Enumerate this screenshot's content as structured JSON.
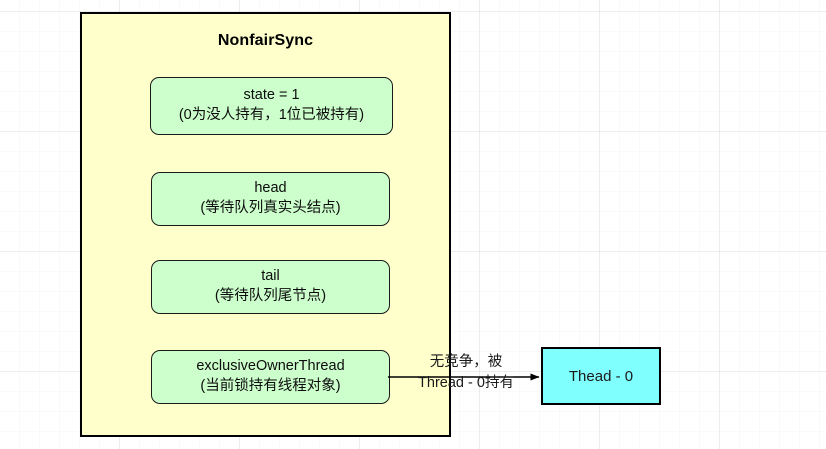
{
  "diagram": {
    "type": "class-structure",
    "class_box": {
      "title": "NonfairSync",
      "fill_color": "#ffffcc",
      "border_color": "#000000",
      "fields": [
        {
          "name": "state",
          "line1": "state = 1",
          "line2": "(0为没人持有，1位已被持有)"
        },
        {
          "name": "head",
          "line1": "head",
          "line2": "(等待队列真实头结点)"
        },
        {
          "name": "tail",
          "line1": "tail",
          "line2": "(等待队列尾节点)"
        },
        {
          "name": "exclusiveOwnerThread",
          "line1": "exclusiveOwnerThread",
          "line2": "(当前锁持有线程对象)"
        }
      ],
      "field_fill_color": "#ccffcc",
      "field_border_color": "#1a1a1a"
    },
    "edge": {
      "label_line1": "无竞争，被",
      "label_line2": "Thread - 0持有",
      "stroke_color": "#000000",
      "arrowhead": "filled-triangle"
    },
    "thread_box": {
      "label": "Thead - 0",
      "fill_color": "#80ffff",
      "border_color": "#000000"
    }
  }
}
